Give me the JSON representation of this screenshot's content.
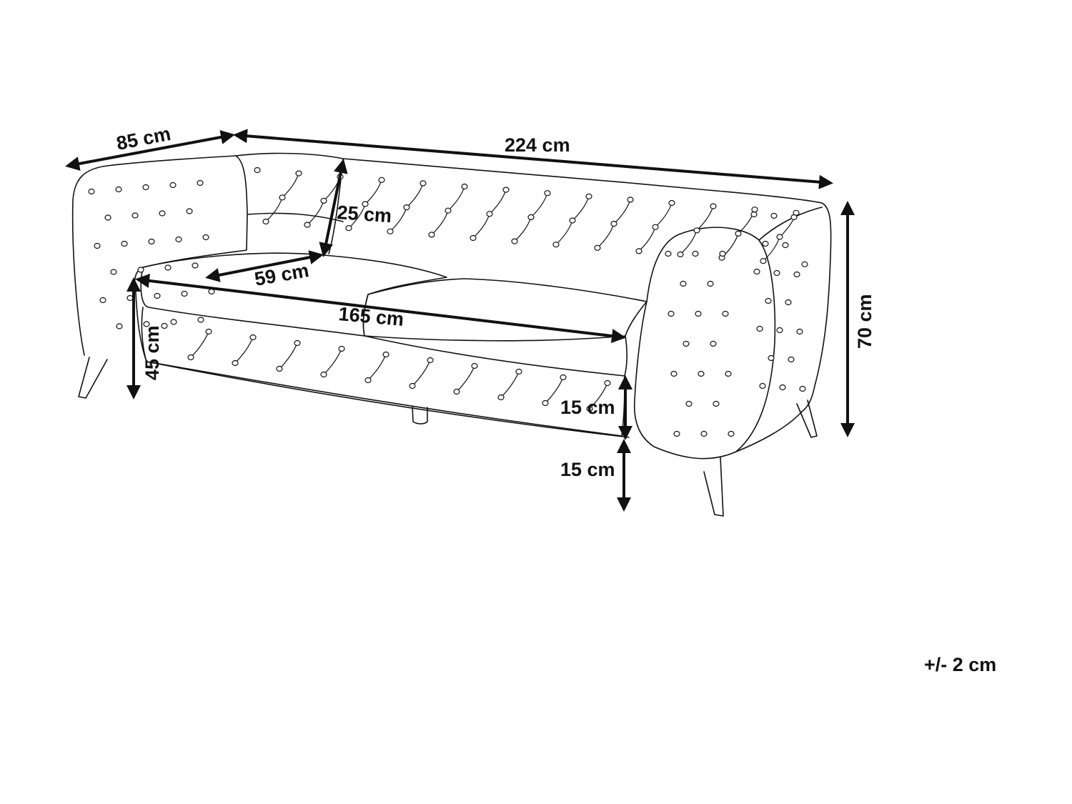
{
  "dimensions": {
    "depth": "85 cm",
    "width": "224 cm",
    "backrest_height": "25 cm",
    "seat_depth": "59 cm",
    "seat_width": "165 cm",
    "seat_height": "45 cm",
    "total_height": "70 cm",
    "seat_cushion_height": "15 cm",
    "leg_height": "15 cm"
  },
  "tolerance": "+/- 2 cm",
  "colors": {
    "line": "#111111",
    "background": "#ffffff"
  }
}
